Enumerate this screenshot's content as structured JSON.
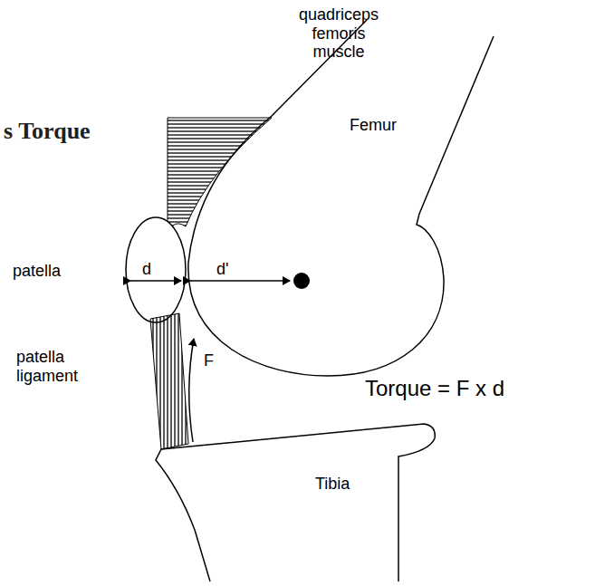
{
  "diagram": {
    "title": "s Torque",
    "labels": [
      "quadriceps femoris muscle",
      "Femur",
      "patella",
      "d",
      "d'",
      "patella ligament",
      "F",
      "Torque = F x d",
      "Tibia"
    ]
  }
}
